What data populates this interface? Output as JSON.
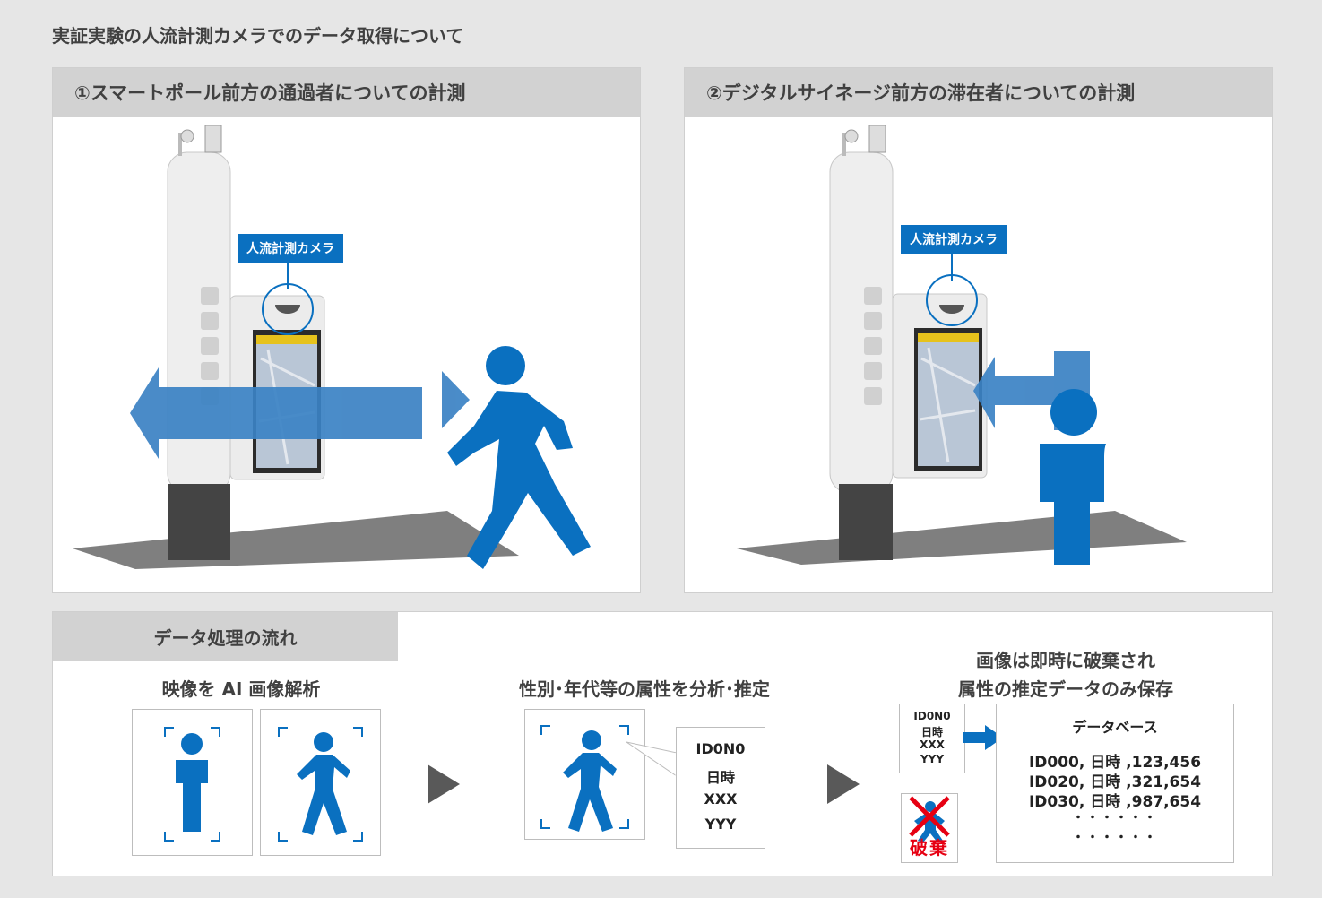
{
  "title": "実証実験の人流計測カメラでのデータ取得について",
  "panel1": {
    "header": "①スマートポール前方の通過者についての計測",
    "camera_tag": "人流計測カメラ"
  },
  "panel2": {
    "header": "②デジタルサイネージ前方の滞在者についての計測",
    "camera_tag": "人流計測カメラ"
  },
  "flow": {
    "tab": "データ処理の流れ",
    "step1": "映像を AI 画像解析",
    "step2": "性別･年代等の属性を分析･推定",
    "step3_line1": "画像は即時に破棄され",
    "step3_line2": "属性の推定データのみ保存",
    "record": [
      "ID0N0",
      "日時",
      "XXX",
      "YYY"
    ],
    "small_record": [
      "ID0N0",
      "日時",
      "XXX",
      "YYY"
    ],
    "discard": "破棄",
    "database": {
      "title": "データベース",
      "rows": [
        "ID000, 日時 ,123,456",
        "ID020, 日時 ,321,654",
        "ID030, 日時 ,987,654",
        "・・・・・・",
        "・・・・・・"
      ]
    }
  },
  "colors": {
    "accent": "#0a70c0",
    "arrow": "#3b82c4",
    "header_bg": "#d2d2d2",
    "discard_red": "#e60012"
  }
}
